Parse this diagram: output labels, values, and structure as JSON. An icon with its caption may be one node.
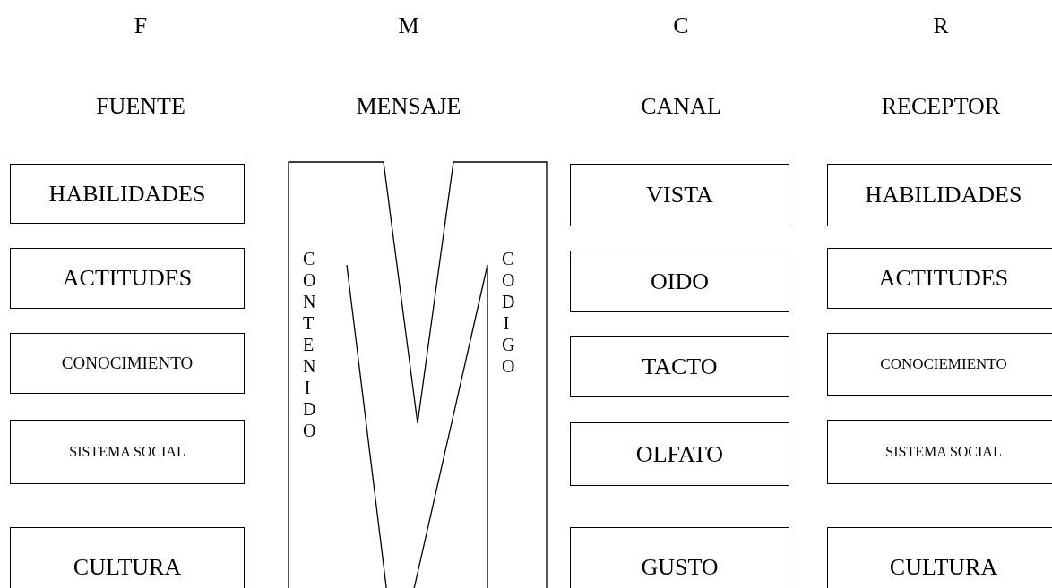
{
  "diagram": {
    "nodes": [
      {
        "text": [
          "HABILIDADES"
        ]
      },
      {
        "text": [
          "ACTITUDES"
        ]
      },
      {
        "text": [
          "CONOCIMIENTO"
        ]
      },
      {
        "text": [
          "SISTEMA SOCIAL"
        ]
      },
      {
        "text": [
          "CULTURA"
        ]
      },
      {
        "text": [
          "CONTENIDO",
          "CODIGO"
        ]
      },
      {
        "text": [
          "VISTA"
        ]
      },
      {
        "text": [
          "OIDO"
        ]
      },
      {
        "text": [
          "TACTO"
        ]
      },
      {
        "text": [
          "OLFATO"
        ]
      },
      {
        "text": [
          "GUSTO"
        ]
      },
      {
        "text": [
          "HABILIDADES"
        ]
      },
      {
        "text": [
          "ACTITUDES"
        ]
      },
      {
        "text": [
          "CONOCIEMIENTO"
        ]
      },
      {
        "text": [
          "SISTEMA SOCIAL"
        ]
      },
      {
        "text": [
          "CULTURA"
        ]
      }
    ],
    "edges": [],
    "labels": [
      "F",
      "M",
      "C",
      "R",
      "FUENTE",
      "MENSAJE",
      "CANAL",
      "RECEPTOR"
    ]
  }
}
